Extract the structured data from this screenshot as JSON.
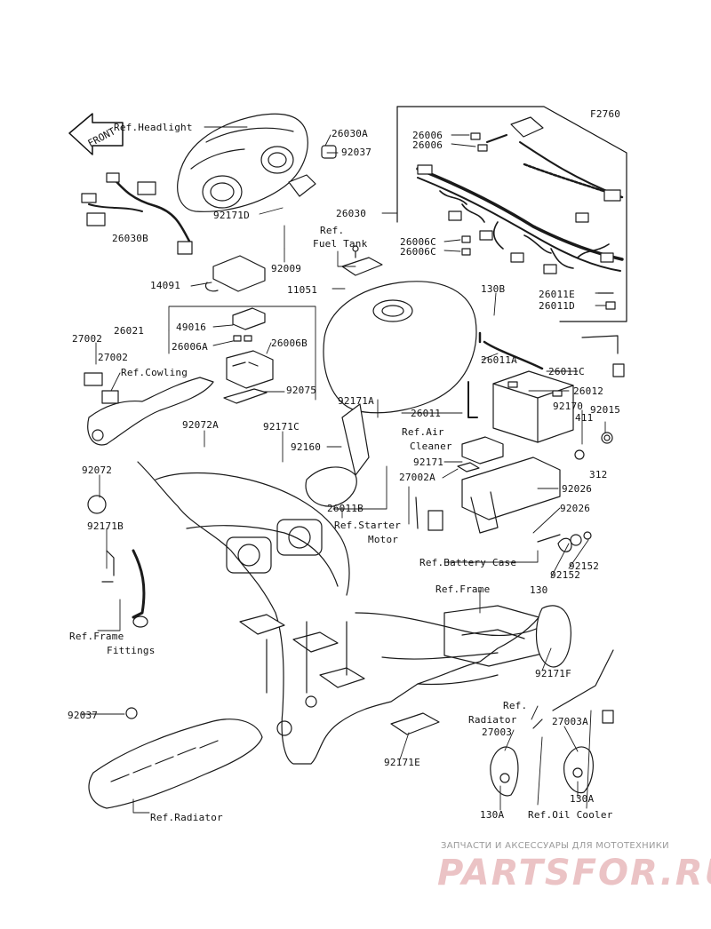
{
  "figure_code": "F2760",
  "front_arrow": "FRONT",
  "labels": {
    "ref_headlight": "Ref.Headlight",
    "p26030a": "26030A",
    "p92037_top": "92037",
    "p26030b": "26030B",
    "p92171d": "92171D",
    "p92009": "92009",
    "ref_fuel_tank_1": "Ref.",
    "ref_fuel_tank_2": "Fuel Tank",
    "p14091": "14091",
    "p11051": "11051",
    "p26006_a": "26006",
    "p26006_b": "26006",
    "p26030": "26030",
    "p26006c_a": "26006C",
    "p26006c_b": "26006C",
    "p130b": "130B",
    "p26011e": "26011E",
    "p26011d": "26011D",
    "p26021": "26021",
    "p49016": "49016",
    "p26006a": "26006A",
    "p26006b": "26006B",
    "p27002_a": "27002",
    "p27002_b": "27002",
    "ref_cowling": "Ref.Cowling",
    "p92075": "92075",
    "p26011a": "26011A",
    "p26011c": "26011C",
    "p26012": "26012",
    "p92171a": "92171A",
    "p92170": "92170",
    "p411": "411",
    "p92015": "92015",
    "p26011": "26011",
    "p92072a": "92072A",
    "p92171c": "92171C",
    "ref_air_cleaner_1": "Ref.Air",
    "ref_air_cleaner_2": "Cleaner",
    "p92160": "92160",
    "p92171": "92171",
    "p312": "312",
    "p92072": "92072",
    "p27002a": "27002A",
    "p92026_a": "92026",
    "p26011b": "26011B",
    "ref_starter_1": "Ref.Starter",
    "ref_starter_2": "Motor",
    "p92026_b": "92026",
    "p92171b": "92171B",
    "ref_battery_case": "Ref.Battery Case",
    "p92152_a": "92152",
    "p92152_b": "92152",
    "p130": "130",
    "ref_frame": "Ref.Frame",
    "ref_frame_fittings_1": "Ref.Frame",
    "ref_frame_fittings_2": "Fittings",
    "p92171f": "92171F",
    "p92037_bottom": "92037",
    "ref_radiator_r1": "Ref.",
    "ref_radiator_r2": "Radiator",
    "p27003": "27003",
    "p27003a": "27003A",
    "p92171e": "92171E",
    "p130a_a": "130A",
    "p130a_b": "130A",
    "ref_oil_cooler": "Ref.Oil Cooler",
    "ref_radiator_bottom": "Ref.Radiator"
  },
  "watermark": {
    "tagline": "ЗАПЧАСТИ И АКСЕССУАРЫ ДЛЯ МОТОТЕХНИКИ",
    "logo": "PARTSFOR.RU"
  }
}
